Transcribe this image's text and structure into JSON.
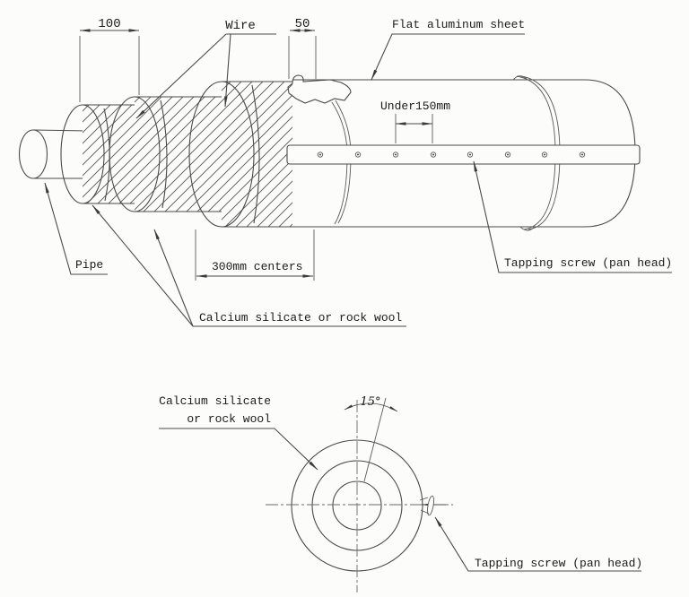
{
  "top_view": {
    "labels": {
      "step_dim": "100",
      "wire": "Wire",
      "edge_dim": "50",
      "sheet": "Flat aluminum sheet",
      "screw_spacing": "Under150mm",
      "pipe": "Pipe",
      "wire_spacing": "300mm centers",
      "tapping_screw": "Tapping screw (pan head)",
      "insulation": "Calcium silicate or rock wool"
    },
    "screw_count": 8
  },
  "cross_section": {
    "labels": {
      "insulation_line1": "Calcium silicate",
      "insulation_line2": "or rock wool",
      "angle": "15°",
      "tapping_screw": "Tapping screw (pan head)"
    }
  },
  "colors": {
    "line": "#4a4a4a",
    "text": "#1b1b1b",
    "background": "#fcfcfb"
  }
}
